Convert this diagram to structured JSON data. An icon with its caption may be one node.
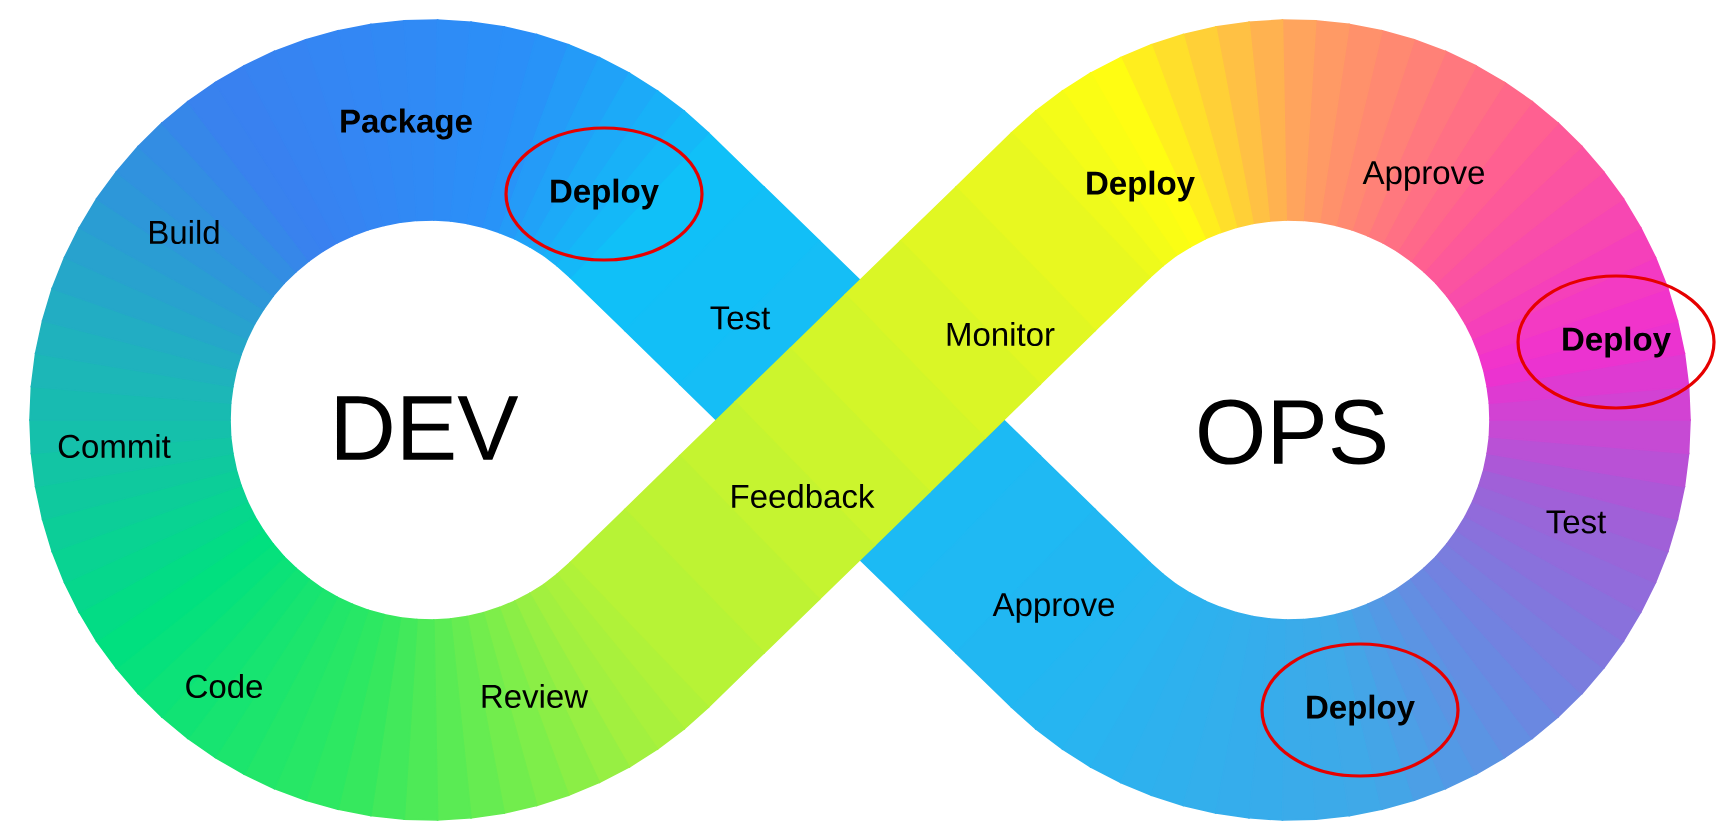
{
  "diagram": {
    "nodes": [
      {
        "text": [
          "Deploy"
        ]
      },
      {
        "text": [
          "Deploy"
        ]
      },
      {
        "text": [
          "Deploy"
        ]
      }
    ],
    "labels": [
      "Package",
      "Approve",
      "Deploy",
      "Build",
      "Test",
      "Monitor",
      "DEV",
      "OPS",
      "Commit",
      "Feedback",
      "Test",
      "Approve",
      "Code",
      "Review"
    ]
  }
}
